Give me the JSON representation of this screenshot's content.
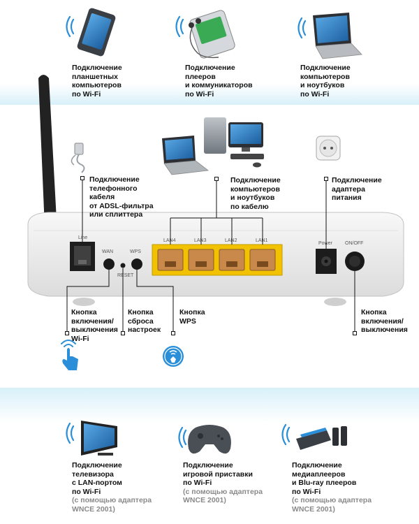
{
  "top_devices": [
    {
      "lines": [
        "Подключение",
        "планшетных",
        "компьютеров",
        "по Wi-Fi"
      ]
    },
    {
      "lines": [
        "Подключение",
        "плееров",
        "и коммуникаторов",
        "по Wi-Fi"
      ]
    },
    {
      "lines": [
        "Подключение",
        "компьютеров",
        "и ноутбуков",
        "по Wi-Fi"
      ]
    }
  ],
  "phone_label": [
    "Подключение",
    "телефонного",
    "кабеля",
    "от ADSL-фильтра",
    "или сплиттера"
  ],
  "lan_label": [
    "Подключение",
    "компьютеров",
    "и ноутбуков",
    "по кабелю"
  ],
  "power_label": [
    "Подключение",
    "адаптера",
    "питания"
  ],
  "wifi_button_label": [
    "Кнопка",
    "включения/",
    "выключения",
    "Wi-Fi"
  ],
  "reset_label": [
    "Кнопка",
    "сброса",
    "настроек"
  ],
  "wps_label": [
    "Кнопка",
    "WPS"
  ],
  "onoff_label": [
    "Кнопка",
    "включения/",
    "выключения"
  ],
  "ports": {
    "line": "Line",
    "wan": "WAN",
    "wps": "WPS",
    "reset": "RESET",
    "lan4": "LAN4",
    "lan3": "LAN3",
    "lan2": "LAN2",
    "lan1": "LAN1",
    "power": "Power",
    "onoff": "ON/OFF"
  },
  "bottom_devices": [
    {
      "lines": [
        "Подключение",
        "телевизора",
        "с LAN-портом",
        "по Wi-Fi"
      ],
      "sub": [
        "(с помощью адаптера",
        "WNCE 2001)"
      ]
    },
    {
      "lines": [
        "Подключение",
        "игровой приставки",
        "по Wi-Fi"
      ],
      "sub": [
        "(с помощью адаптера",
        "WNCE 2001)"
      ]
    },
    {
      "lines": [
        "Подключение",
        "медиаплееров",
        "и Blu-ray плееров",
        "по Wi-Fi"
      ],
      "sub": [
        "(с помощью адаптера",
        "WNCE 2001)"
      ]
    }
  ],
  "colors": {
    "wifi_blue": "#2a8fd8",
    "lan_yellow": "#f2c200",
    "lan_port": "#c8894a",
    "router_body": "#ececec",
    "antenna": "#222222"
  }
}
